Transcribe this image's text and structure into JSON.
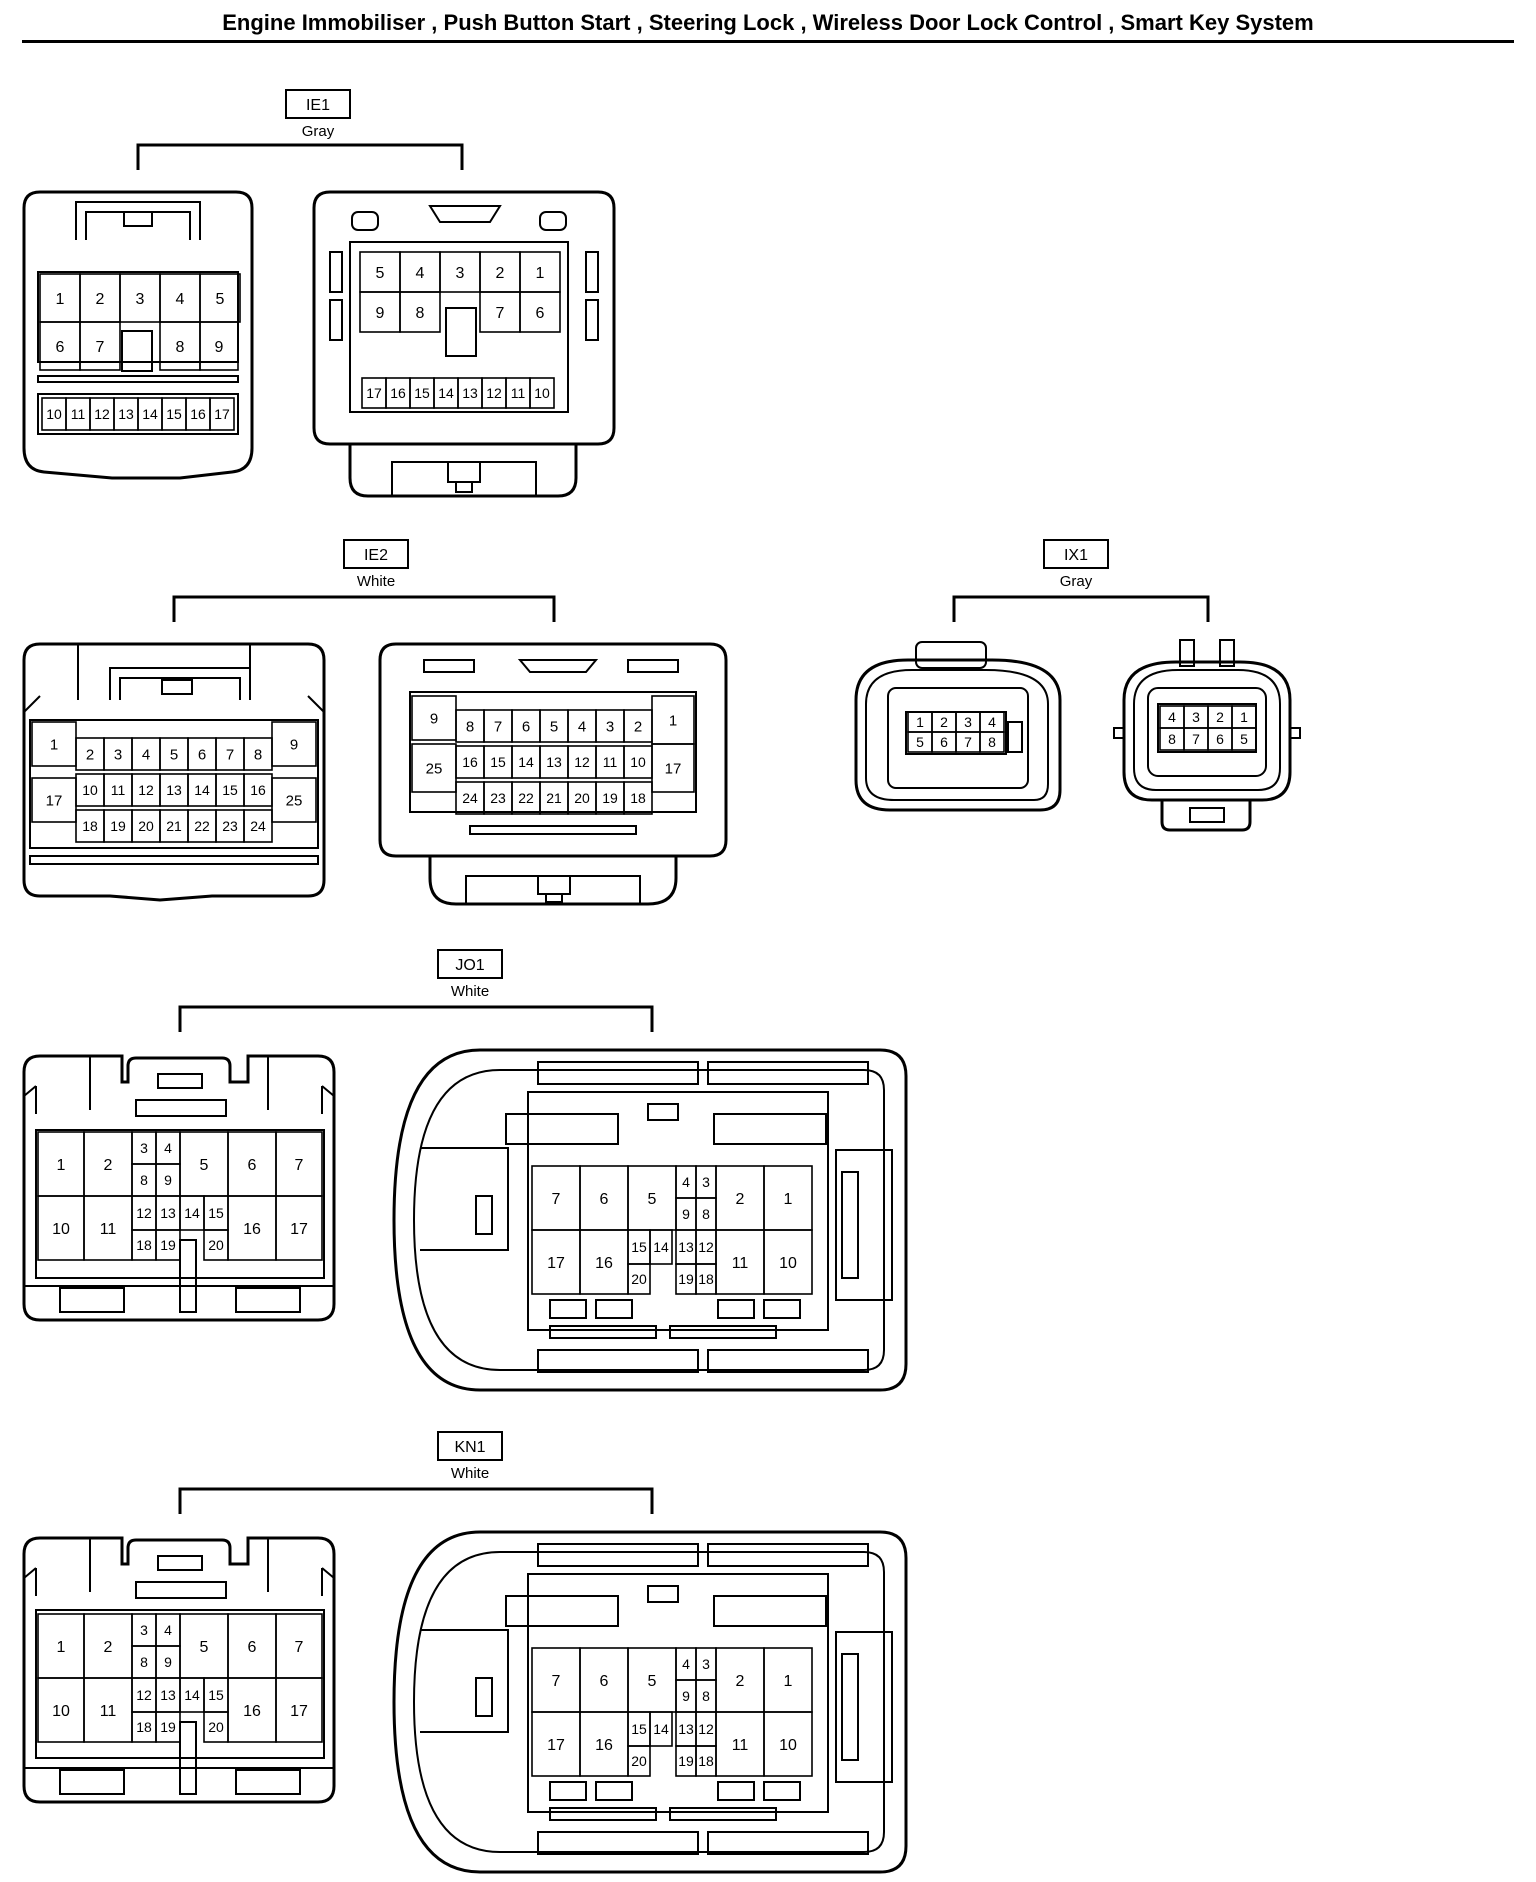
{
  "title": "Engine Immobiliser , Push Button Start , Steering Lock , Wireless Door Lock Control , Smart Key System",
  "connectors": [
    {
      "id": "IE1",
      "color": "Gray"
    },
    {
      "id": "IE2",
      "color": "White"
    },
    {
      "id": "IX1",
      "color": "Gray"
    },
    {
      "id": "JO1",
      "color": "White"
    },
    {
      "id": "KN1",
      "color": "White"
    }
  ]
}
